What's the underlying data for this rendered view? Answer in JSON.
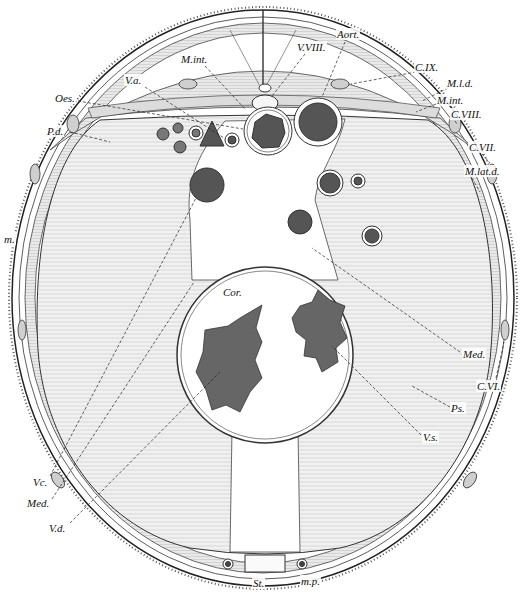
{
  "diagram": {
    "labels": [
      "Aort.",
      "V.VIII.",
      "M.int.",
      "C.IX.",
      "V.a.",
      "M.l.d.",
      "Oes.",
      "M.int.",
      "C.VIII.",
      "P.d.",
      "C.VII.",
      "M.lat.d.",
      "m.",
      "Cor.",
      "Med.",
      "C.VI.",
      "Ps.",
      "V.s.",
      "Vc.",
      "Med.",
      "V.d.",
      "m.p.",
      "St."
    ]
  }
}
